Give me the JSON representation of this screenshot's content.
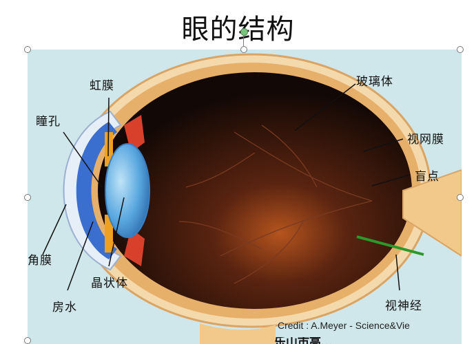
{
  "slide": {
    "title": "眼的结构"
  },
  "labels": {
    "iris": "虹膜",
    "pupil": "瞳孔",
    "vitreous": "玻璃体",
    "retina": "视网膜",
    "blind_spot": "盲点",
    "cornea": "角膜",
    "lens": "晶状体",
    "aqueous": "房水",
    "optic_nerve": "视神经"
  },
  "credit": "Credit : A.Meyer - Science&Vie",
  "partial_text": "乐山市高…",
  "colors": {
    "background": "#cfe6ea",
    "sclera": "#f2c98a",
    "interior": "#1a0d08",
    "lens": "#5aa8e0",
    "optic_nerve_line": "#2a9a2a",
    "leader_lines": "#111111"
  }
}
